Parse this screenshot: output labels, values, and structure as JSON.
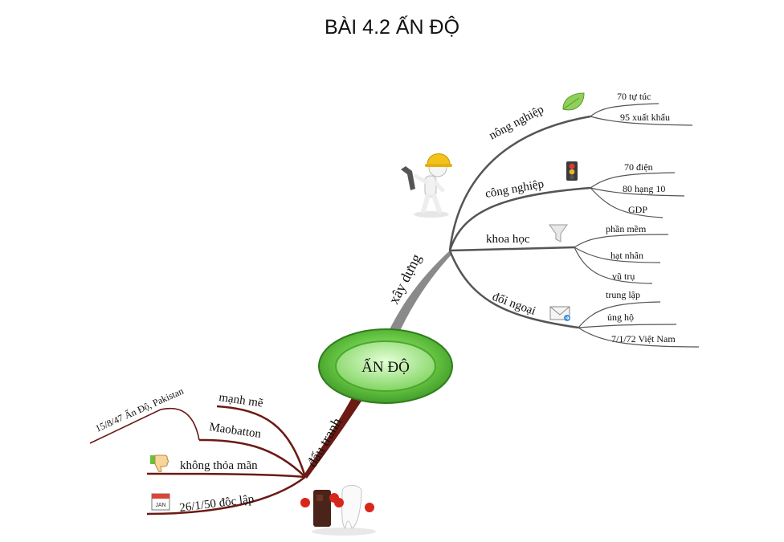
{
  "title": "BÀI 4.2 ẤN ĐỘ",
  "center": {
    "label": "ẤN ĐỘ"
  },
  "branches": {
    "xay_dung": {
      "label": "xây dựng",
      "topics": {
        "nong_nghiep": {
          "label": "nông nghiệp",
          "icon": "leaf-icon",
          "leaves": [
            "70 tự túc",
            "95 xuất khẩu"
          ]
        },
        "cong_nghiep": {
          "label": "công nghiệp",
          "icon": "traffic-light-icon",
          "leaves": [
            "70 điện",
            "80 hạng 10",
            "GDP"
          ]
        },
        "khoa_hoc": {
          "label": "khoa học",
          "icon": "funnel-icon",
          "leaves": [
            "phần mềm",
            "hạt nhân",
            "vũ trụ"
          ]
        },
        "doi_ngoai": {
          "label": "đối ngoại",
          "icon": "envelope-icon",
          "leaves": [
            "trung lập",
            "ủng hộ",
            "7/1/72 Việt Nam"
          ]
        }
      }
    },
    "dau_tranh": {
      "label": "đấu tranh",
      "topics": {
        "manh_me": {
          "label": "mạnh mẽ"
        },
        "maobatton": {
          "label": "Maobatton",
          "leaves": [
            "15/8/47 Ấn Độ, Pakistan"
          ]
        },
        "khong_thoa_man": {
          "label": "không thỏa mãn",
          "icon": "thumbs-down-icon"
        },
        "doc_lap": {
          "label": "26/1/50 độc lập",
          "icon": "calendar-icon",
          "icon_text": "JAN"
        }
      }
    }
  },
  "colors": {
    "center_fill": "#5cc03c",
    "center_ring": "#3f9a28",
    "xay_dung_branch": "#8a8a8a",
    "dau_tranh_branch": "#6b1a14",
    "line": "#555555"
  }
}
